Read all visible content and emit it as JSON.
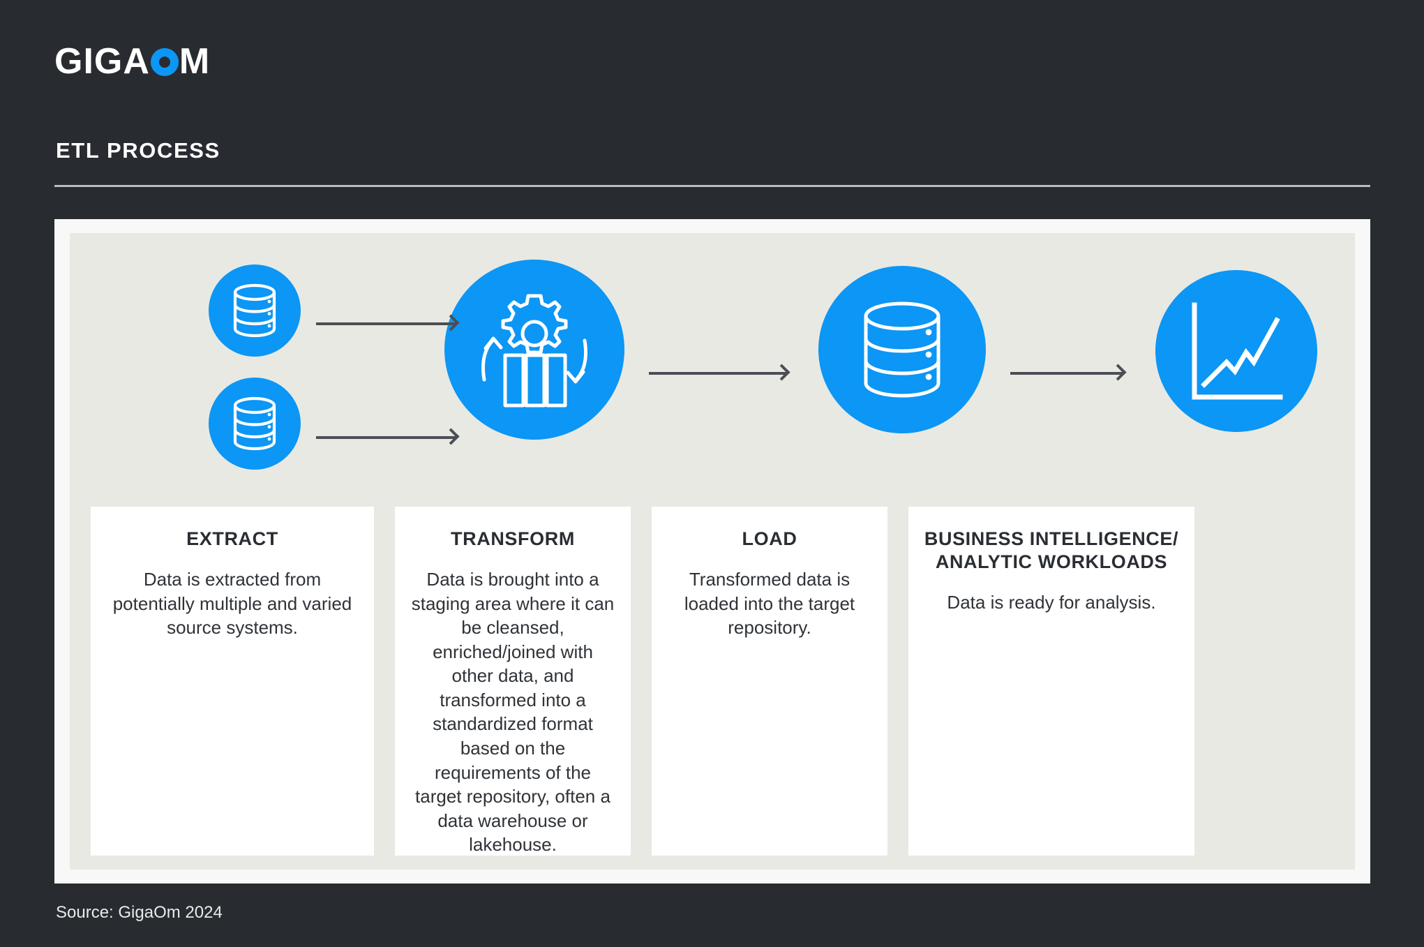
{
  "brand": {
    "logo_before": "GIGA",
    "logo_mark": "O",
    "logo_after": "M",
    "accent_color": "#0c96f5",
    "background_color": "#282c30",
    "panel_color": "#e8e9e3",
    "card_color": "#ffffff",
    "arrow_color": "#4b4f54"
  },
  "header": {
    "title": "ETL PROCESS"
  },
  "diagram": {
    "nodes": [
      {
        "id": "source-1",
        "icon": "database-icon",
        "label": ""
      },
      {
        "id": "source-2",
        "icon": "database-icon",
        "label": ""
      },
      {
        "id": "transform",
        "icon": "gear-bars-transform-icon",
        "label": ""
      },
      {
        "id": "load",
        "icon": "database-icon",
        "label": ""
      },
      {
        "id": "bi",
        "icon": "line-chart-icon",
        "label": ""
      }
    ],
    "connectors": [
      {
        "from": "source-1",
        "to": "transform",
        "icon": "arrow-right-icon"
      },
      {
        "from": "source-2",
        "to": "transform",
        "icon": "arrow-right-icon"
      },
      {
        "from": "transform",
        "to": "load",
        "icon": "arrow-right-icon"
      },
      {
        "from": "load",
        "to": "bi",
        "icon": "arrow-right-icon"
      }
    ]
  },
  "cards": [
    {
      "title": "EXTRACT",
      "body": "Data is extracted from potentially multiple and varied source systems."
    },
    {
      "title": "TRANSFORM",
      "body": "Data is brought into a staging area where it can be cleansed, enriched/joined with other data, and transformed into a standardized format based on the requirements of the target repository, often a data warehouse or lakehouse."
    },
    {
      "title": "LOAD",
      "body": "Transformed data is loaded into the target repository."
    },
    {
      "title": "BUSINESS INTELLIGENCE/ ANALYTIC WORKLOADS",
      "body": "Data is ready for analysis."
    }
  ],
  "footer": {
    "source": "Source: GigaOm 2024"
  }
}
